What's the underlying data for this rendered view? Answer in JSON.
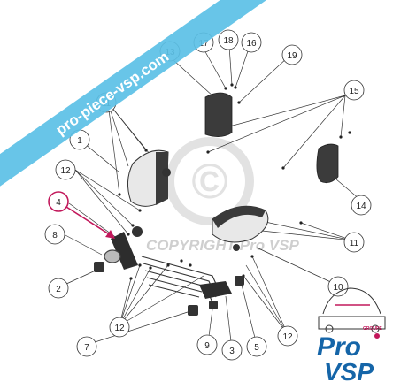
{
  "diagram": {
    "callouts": [
      "1",
      "2",
      "3",
      "4",
      "5",
      "7",
      "8",
      "9",
      "10",
      "11",
      "12",
      "12",
      "12",
      "12",
      "13",
      "14",
      "15",
      "16",
      "17",
      "18",
      "19",
      "11"
    ],
    "highlighted_callout": "4",
    "highlight_color": "#c2185b"
  },
  "watermarks": {
    "banner_text": "pro-piece-vsp.com",
    "banner_color": "#5bc0e6",
    "copyright_text": "COPYRIGHT Pro VSP",
    "copyright_symbol": "©"
  },
  "logo": {
    "pro": "Pro",
    "vsp": "VSP",
    "tagline": "GROUPE",
    "pro_color": "#1565a8",
    "vsp_color": "#1565a8"
  }
}
